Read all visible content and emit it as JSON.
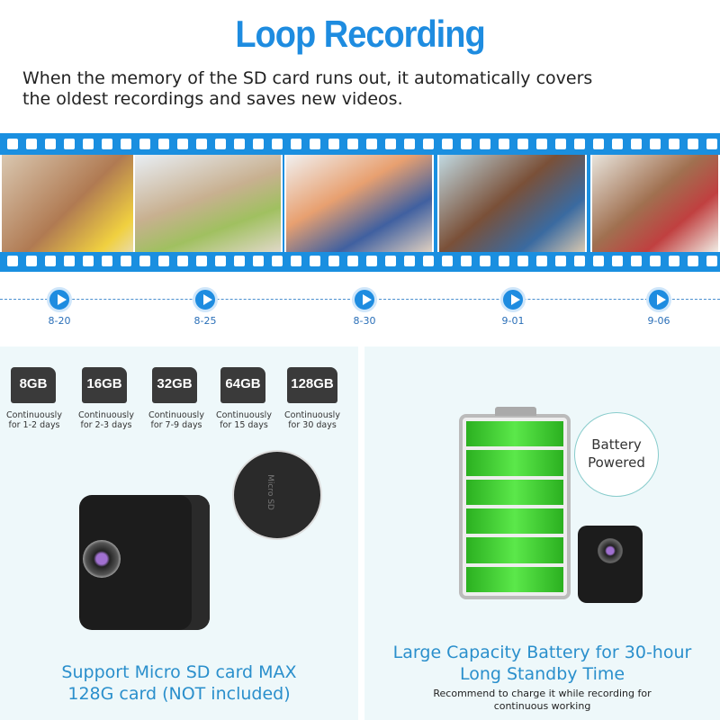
{
  "title": "Loop Recording",
  "description": [
    "When the memory of the SD card runs out, it automatically covers",
    "the oldest recordings and saves new videos."
  ],
  "timeline": [
    "8-20",
    "8-25",
    "8-30",
    "9-01",
    "9-06"
  ],
  "sd_cards": [
    {
      "size": "8GB",
      "line1": "Continuously",
      "line2": "for 1-2 days"
    },
    {
      "size": "16GB",
      "line1": "Continuously",
      "line2": "for 2-3 days"
    },
    {
      "size": "32GB",
      "line1": "Continuously",
      "line2": "for 7-9 days"
    },
    {
      "size": "64GB",
      "line1": "Continuously",
      "line2": "for 15 days"
    },
    {
      "size": "128GB",
      "line1": "Continuously",
      "line2": "for 30 days"
    }
  ],
  "slot_label": "Micro SD",
  "left_caption": [
    "Support Micro SD card MAX",
    "128G card (NOT included)"
  ],
  "badge": [
    "Battery",
    "Powered"
  ],
  "right_caption": [
    "Large Capacity Battery for 30-hour",
    "Long Standby Time"
  ],
  "note": [
    "Recommend to charge it while recording for",
    "continuous working"
  ],
  "colors": {
    "accent": "#1e8ce0",
    "battery": "#3ad02a",
    "panel": "#eef8fa"
  }
}
